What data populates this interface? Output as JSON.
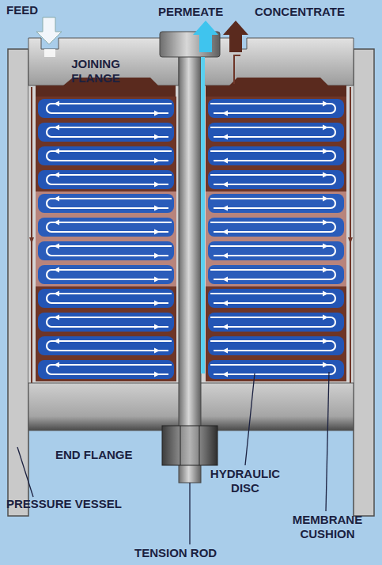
{
  "diagram": {
    "labels": [
      "FEED",
      "PERMEATE",
      "CONCENTRATE",
      "JOINING FLANGE",
      "END FLANGE",
      "PRESSURE VESSEL",
      "HYDRAULIC DISC",
      "MEMBRANE CUSHION",
      "TENSION ROD"
    ]
  }
}
